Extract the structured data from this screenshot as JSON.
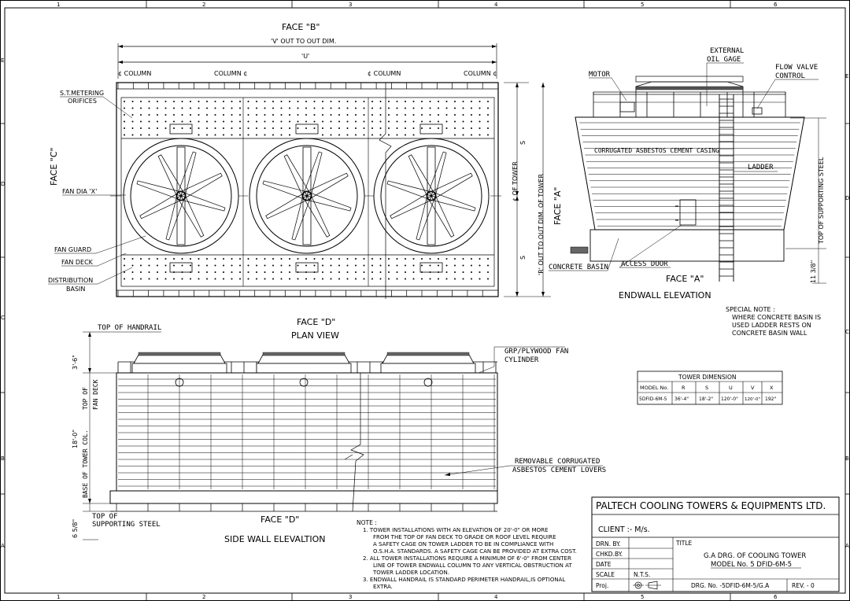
{
  "grid": {
    "cols": [
      "1",
      "2",
      "3",
      "4",
      "5",
      "6"
    ],
    "rows": [
      "E",
      "D",
      "C",
      "B",
      "A"
    ]
  },
  "plan": {
    "face_b": "FACE \"B\"",
    "v_dim": "'V' OUT TO OUT DIM.",
    "u_dim": "'U'",
    "column_left": "¢ COLUMN",
    "column_mid1": "COLUMN ¢",
    "column_mid2": "¢ COLUMN",
    "column_right": "COLUMN ¢",
    "st_metering": "S.T.METERING",
    "orifices": "ORIFICES",
    "face_c": "FACE \"C\"",
    "fan_dia": "FAN DIA 'X'",
    "fan_guard": "FAN GUARD",
    "fan_deck": "FAN DECK",
    "distribution": "DISTRIBUTION",
    "basin": "BASIN",
    "s_label": "S",
    "cl_tower": "¢ OF TOWER",
    "r_dim": "'R' OUT TO OUT DIM. OF TOWER",
    "face_a": "FACE \"A\"",
    "face_d": "FACE \"D\"",
    "title": "PLAN VIEW"
  },
  "endwall": {
    "external": "EXTERNAL",
    "oil_gage": "OIL GAGE",
    "flow_valve": "FLOW VALVE",
    "control": "CONTROL",
    "motor": "MOTOR",
    "casing": "CORRUGATED ASBESTOS CEMENT CASING",
    "ladder": "LADDER",
    "top_supporting": "TOP OF SUPPORTING STEEL",
    "dim_11": "11 3/8\"",
    "concrete_basin": "CONCRETE BASIN",
    "access_door": "ACCESS DOOR",
    "face_a": "FACE \"A\"",
    "title": "ENDWALL ELEVATION"
  },
  "special_note": {
    "heading": "SPECIAL NOTE :",
    "lines": [
      "WHERE CONCRETE BASIN IS",
      "USED LADDER RESTS ON",
      "CONCRETE BASIN WALL"
    ]
  },
  "side": {
    "top_handrail": "TOP OF HANDRAIL",
    "dim_36": "3'-6\"",
    "top_fan_deck_a": "TOP OF",
    "top_fan_deck_b": "FAN DECK",
    "dim_18": "18'-0\"",
    "base_tower_col": "BASE OF TOWER COL.",
    "dim_658": "6 5/8\"",
    "top_of": "TOP OF",
    "supporting_steel": "SUPPORTING STEEL",
    "grp_a": "GRP/PLYWOOD FAN",
    "grp_b": "CYLINDER",
    "removable_a": "REMOVABLE CORRUGATED",
    "removable_b": "ASBESTOS CEMENT LOVERS",
    "face_d": "FACE \"D\"",
    "title": "SIDE WALL ELEVALTION"
  },
  "dimension_table": {
    "title": "TOWER DIMENSION",
    "headers": [
      "MODEL No.",
      "R",
      "S",
      "U",
      "V",
      "X"
    ],
    "row": [
      "5DFID-6M-5",
      "36'-4\"",
      "18'-2\"",
      "120'-0\"",
      "120'-0\"",
      "192\""
    ]
  },
  "notes": {
    "heading": "NOTE :",
    "lines": [
      "1.  TOWER INSTALLATIONS WITH AN ELEVATION OF 20'-0\" OR MORE",
      "FROM THE TOP OF FAN DECK TO GRADE OR ROOF LEVEL REQUIRE",
      "A SAFETY CAGE ON TOWER LADDER TO BE IN COMPLIANCE WITH",
      "O.S.H.A. STANDARDS. A SAFETY CAGE CAN BE PROVIDED AT EXTRA COST.",
      "2.  ALL TOWER INSTALLATIONS REQUIRE A MINIMUM OF 6'-0\" FROM CENTER",
      "LINE OF TOWER ENDWALL COLUMN TO ANY VERTICAL OBSTRUCTION AT",
      "TOWER LADDER LOCATION.",
      "3.  ENDWALL HANDRAIL IS STANDARD PERIMETER HANDRAIL,IS OPTIONAL",
      "EXTRA."
    ]
  },
  "title_block": {
    "company": "PALTECH COOLING TOWERS & EQUIPMENTS LTD.",
    "client": "CLIENT :- M/s.",
    "drn_by": "DRN. BY.",
    "chkd_by": "CHKD.BY.",
    "date": "DATE",
    "scale": "SCALE",
    "scale_value": "N.T.S.",
    "proj": "Proj.",
    "title_label": "TITLE",
    "title_line1": "G.A DRG. OF COOLING TOWER",
    "title_line2": "MODEL No. 5 DFID-6M-5",
    "drg_no": "DRG. No. -5DFID-6M-5/G.A",
    "rev": "REV. - 0"
  }
}
